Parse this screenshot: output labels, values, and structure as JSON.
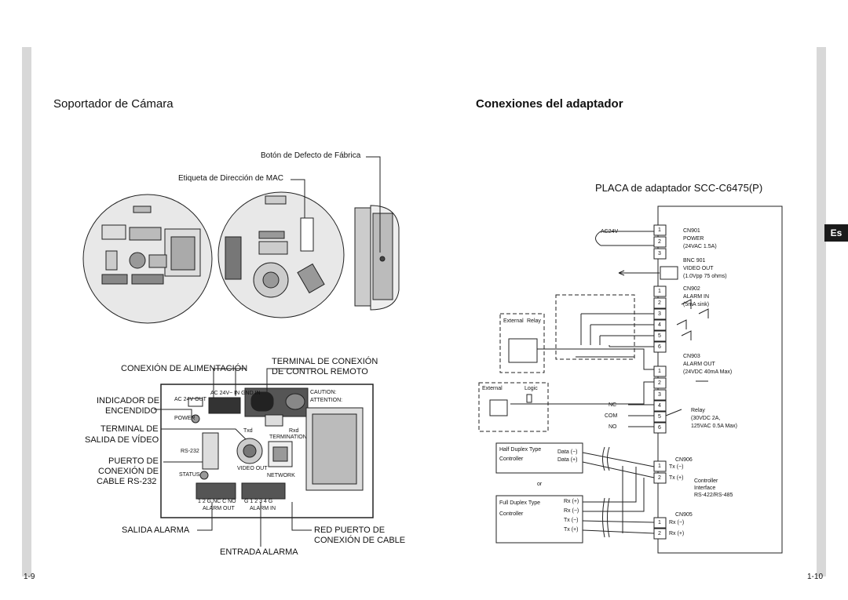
{
  "left_page": {
    "title": "Soportador de Cámara",
    "labels": {
      "factory_default": "Botón de Defecto de Fábrica",
      "mac_label": "Etiqueta de Dirección de MAC",
      "power_conn": "CONEXIÓN DE ALIMENTACIÓN",
      "remote_terminal_1": "TERMINAL DE CONEXIÓN",
      "remote_terminal_2": "DE CONTROL REMOTO",
      "power_led_1": "INDICADOR DE",
      "power_led_2": "ENCENDIDO",
      "video_out_1": "TERMINAL DE",
      "video_out_2": "SALIDA DE VÍDEO",
      "rs232_1": "PUERTO DE",
      "rs232_2": "CONEXIÓN DE",
      "rs232_3": "CABLE RS-232",
      "alarm_out": "SALIDA ALARMA",
      "network_1": "RED PUERTO DE",
      "network_2": "CONEXIÓN DE CABLE",
      "alarm_in": "ENTRADA ALARMA"
    },
    "panel": {
      "ac24v_out": "AC 24V OUT",
      "ac24v_in": "AC 24V~ IN GND IN",
      "power": "POWER",
      "rs232": "RS-232",
      "status": "STATUS",
      "video_out": "VIDEO OUT",
      "network": "NETWORK",
      "termination": "TERMINATION",
      "txd": "Txd",
      "rxd": "Rxd",
      "caution": "CAUTION:",
      "attention": "ATTENTION:",
      "alarm_out_pins": "1 2 G NC C NO",
      "alarm_out": "ALARM OUT",
      "alarm_in_pins": "G 1 2 3 4 G",
      "alarm_in": "ALARM IN"
    },
    "page_number": "1-9"
  },
  "right_page": {
    "title": "Conexiones del adaptador",
    "board_title": "PLACA de adaptador SCC-C6475(P)",
    "cn901": {
      "name": "CN901",
      "l1": "POWER",
      "l2": "(24VAC 1.5A)",
      "src": "AC24V"
    },
    "bnc": {
      "name": "BNC 901",
      "l1": "VIDEO OUT",
      "l2": "(1.0Vpp 75 ohms)"
    },
    "cn902": {
      "name": "CN902",
      "l1": "ALARM IN",
      "l2": "(5mA sink)"
    },
    "cn903": {
      "name": "CN903",
      "l1": "ALARM OUT",
      "l2": "(24VDC 40mA Max)"
    },
    "relay": {
      "l1": "Relay",
      "l2": "(30VDC 2A,",
      "l3": "125VAC 0.5A Max)"
    },
    "nc": "NC",
    "com": "COM",
    "no": "NO",
    "external": "External",
    "relay_word": "Relay",
    "logic": "Logic",
    "half_duplex": {
      "type": "Half Duplex Type",
      "ctrl": "Controller",
      "d1": "Data (−)",
      "d2": "Data (+)"
    },
    "or": "or",
    "full_duplex": {
      "type": "Full Duplex Type",
      "ctrl": "Controller",
      "p1": "Rx (+)",
      "p2": "Rx (−)",
      "p3": "Tx (−)",
      "p4": "Tx (+)"
    },
    "cn906": {
      "name": "CN906",
      "p1": "Tx (−)",
      "p2": "Tx (+)"
    },
    "cn905": {
      "name": "CN905",
      "p1": "Rx (−)",
      "p2": "Rx (+)"
    },
    "ctrl_iface": {
      "l1": "Controller",
      "l2": "Interface",
      "l3": "RS-422/RS-485"
    },
    "pins": {
      "n1": "1",
      "n2": "2",
      "n3": "3",
      "n4": "4",
      "n5": "5",
      "n6": "6"
    },
    "page_number": "1-10"
  },
  "side_tab": "Es"
}
